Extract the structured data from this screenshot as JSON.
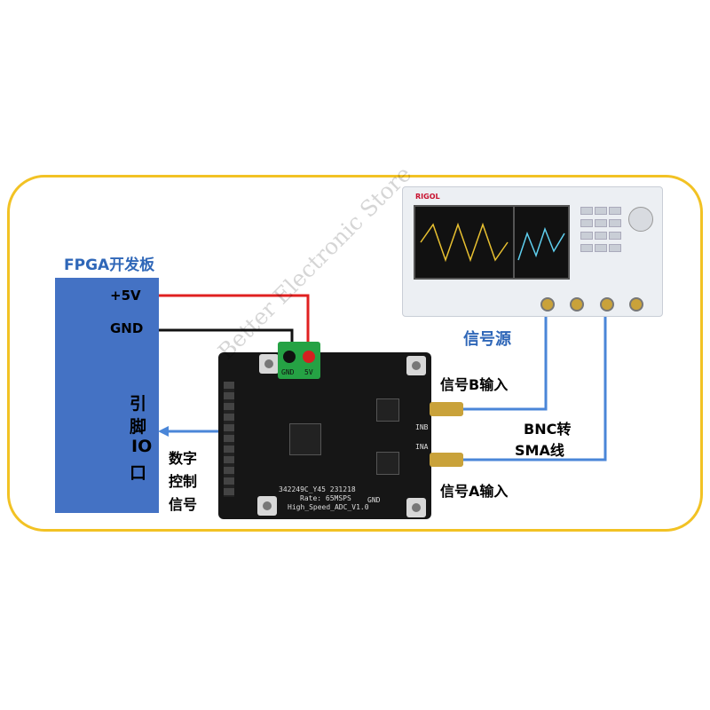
{
  "fpga": {
    "title": "FPGA开发板",
    "pin_5v": "+5V",
    "pin_gnd": "GND",
    "side_text": [
      "引",
      "脚",
      "IO",
      "口"
    ]
  },
  "signals": {
    "digital": [
      "数字",
      "控制",
      "信号"
    ],
    "source": "信号源",
    "input_b": "信号B输入",
    "input_a": "信号A输入",
    "cable": [
      "BNC转",
      "SMA线"
    ]
  },
  "generator": {
    "brand": "RIGOL"
  },
  "board": {
    "serial": "342249C_Y45 231218",
    "rate": "Rate: 65MSPS",
    "name": "High_Speed_ADC_V1.0",
    "gnd_label": "GND",
    "inb_label": "INB",
    "ina_label": "INA",
    "term_labels": [
      "GND",
      "5V"
    ]
  },
  "watermark": "Better Electronic Store",
  "colors": {
    "frame": "#f2c224",
    "fpga_block": "#4472c4",
    "title_blue": "#2f67b8",
    "wire_red": "#e02020",
    "wire_black": "#111111",
    "wire_blue": "#4a86d8"
  }
}
